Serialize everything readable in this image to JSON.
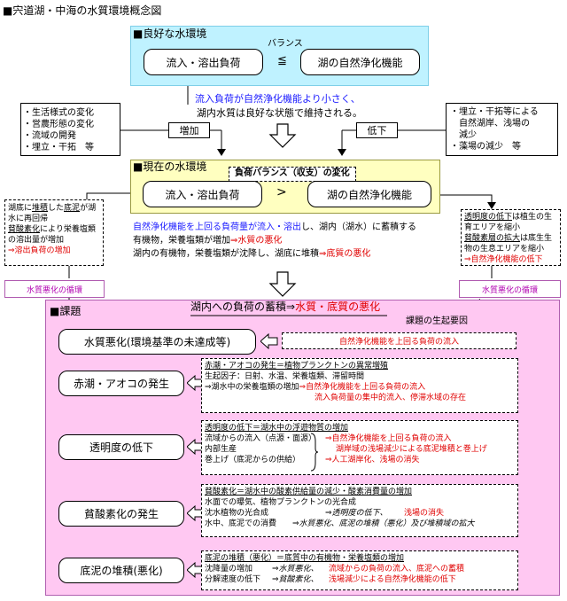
{
  "page_title": "■宍道湖・中海の水質環境概念図",
  "good": {
    "header": "■良好な水環境",
    "balance": "バランス",
    "left": "流入・溶出負荷",
    "op": "≦",
    "right": "湖の自然浄化機能"
  },
  "transition": {
    "line1": "流入負荷が自然浄化機能より小さく、",
    "line2": "湖内水質は良好な状態で維持される。"
  },
  "left_factors": {
    "items": [
      "・生活様式の変化",
      "・営農形態の変化",
      "・流域の開発",
      "・埋立・干拓　等"
    ],
    "arrow_label": "増加"
  },
  "right_factors": {
    "items": [
      "・埋立・干拓等による",
      "　自然湖岸、浅場の",
      "　減少",
      "・藻場の減少　等"
    ],
    "arrow_label": "低下"
  },
  "current": {
    "header": "■現在の水環境",
    "balance": "負荷バランス（収支）の変化",
    "left": "流入・溶出負荷",
    "op": ">",
    "right": "湖の自然浄化機能",
    "line1_blue": "自然浄化機能を上回る負荷量が流入・溶出",
    "line1_black": "し、湖内（湖水）に蓄積する",
    "line2_black": "有機物，栄養塩類が増加",
    "line2_red": "⇒水質の悪化",
    "line3_black": "湖内の有機物，栄養塩類が沈降し、湖底に堆積",
    "line3_red": "⇒底質の悪化"
  },
  "side_left": {
    "lines": [
      [
        "湖底に",
        "堆積",
        "した",
        "底泥",
        "が湖"
      ],
      [
        "水に再回帰"
      ],
      [
        "貧酸素化",
        "により栄養塩類"
      ],
      [
        "の溶出量が増加"
      ]
    ],
    "red": "⇒溶出負荷の増加"
  },
  "side_right": {
    "l1a": "透明度の低下",
    "l1b": "は植生の生",
    "l2": "育エリアを縮小",
    "l3a": "貧酸素層の拡大",
    "l3b": "は底生生",
    "l4": "物の生息エリアを縮小",
    "red": "⇒自然浄化機能の低下"
  },
  "cycle_label": "水質悪化の循環",
  "issues": {
    "header": "■課題",
    "title_black": "湖内への負荷の蓄積⇒",
    "title_red": "水質・底質の悪化",
    "cause_header": "課題の生起要因",
    "items": [
      {
        "label": "水質悪化(環境基準の未達成等)",
        "cause": "自然浄化機能を上回る負荷の流入"
      },
      {
        "label": "赤潮・アオコの発生",
        "heading": "赤潮・アオコの発生＝植物プランクトンの異常増殖",
        "l1": "生起因子：日射、水温、栄養塩類、滞留時間",
        "l2a": "⇒湖水中の栄養塩類の増加",
        "l2b": "⇒自然浄化機能を上回る負荷の流入",
        "l3": "流入負荷量の集中的流入、停滞水域の存在"
      },
      {
        "label": "透明度の低下",
        "heading": "透明度の低下＝湖水中の浮遊物質の増加",
        "l1a": "流域からの流入（点源・面源）",
        "l1b": "⇒自然浄化機能を上回る負荷の流入",
        "l2a": "内部生産",
        "l2b": "湖岸域の浅場減少による底泥堆積と巻上げ",
        "l3a": "巻上げ（底泥からの供給）",
        "l3b": "⇒人工湖岸化、浅場の消失"
      },
      {
        "label": "貧酸素化の発生",
        "heading": "貧酸素化＝湖水中の酸素供給量の減少・酸素消費量の増加",
        "l1": "水面での曝気、植物プランクトンの光合成",
        "l2a": "沈水植物の光合成",
        "l2b": "⇒透明度の低下、",
        "l2c": "浅場の消失",
        "l3a": "水中、底泥での消費",
        "l3b": "⇒水質悪化、底泥の堆積（悪化）及び堆積域の拡大"
      },
      {
        "label": "底泥の堆積(悪化)",
        "heading": "底泥の堆積（悪化）＝底質中の有機物・栄養塩類の増加",
        "l1a": "沈降量の増加",
        "l1b": "⇒水質悪化、",
        "l1c": "流域からの負荷の流入、底泥への蓄積",
        "l2a": "分解速度の低下",
        "l2b": "⇒貧酸素化、",
        "l2c": "浅場減少による自然浄化機能の低下"
      }
    ]
  }
}
